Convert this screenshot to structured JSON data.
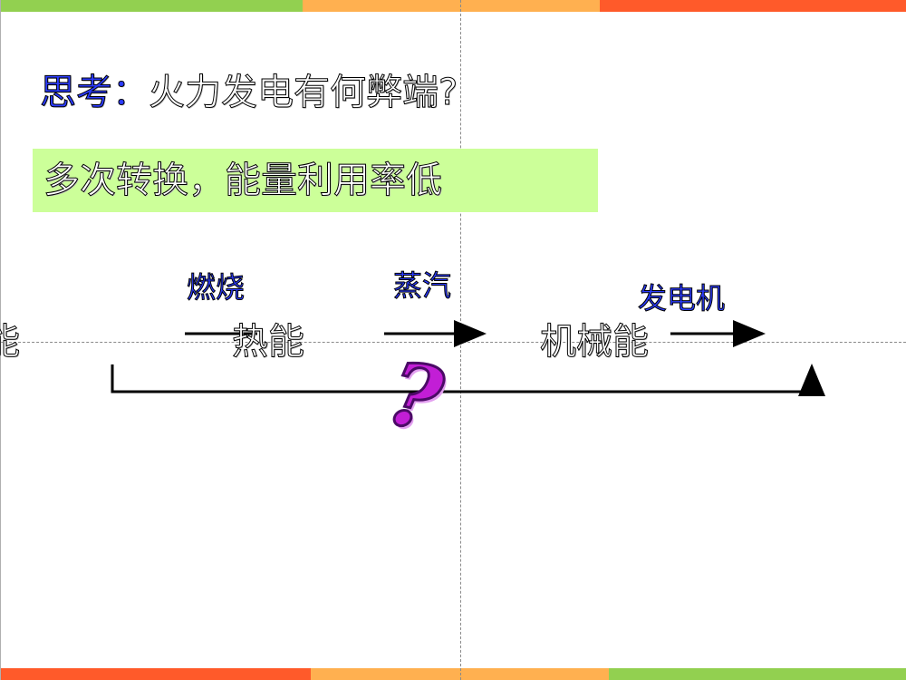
{
  "slide": {
    "question_label": "思考：",
    "question_text": "火力发电有何弊端?",
    "answer_text": "多次转换，能量利用率低",
    "flow": {
      "energy_start_partial": "能",
      "energy_heat": "热能",
      "energy_mechanical": "机械能",
      "process_burn": "燃烧",
      "process_steam": "蒸汽",
      "process_generator": "发电机"
    },
    "symbol": "?"
  },
  "colors": {
    "bar_green": "#92d050",
    "bar_orange": "#ffb050",
    "bar_red": "#ff5a2a",
    "answer_bg": "#ccff99",
    "label_blue": "#2b3bff",
    "qmark_purple": "#c21ed6"
  }
}
